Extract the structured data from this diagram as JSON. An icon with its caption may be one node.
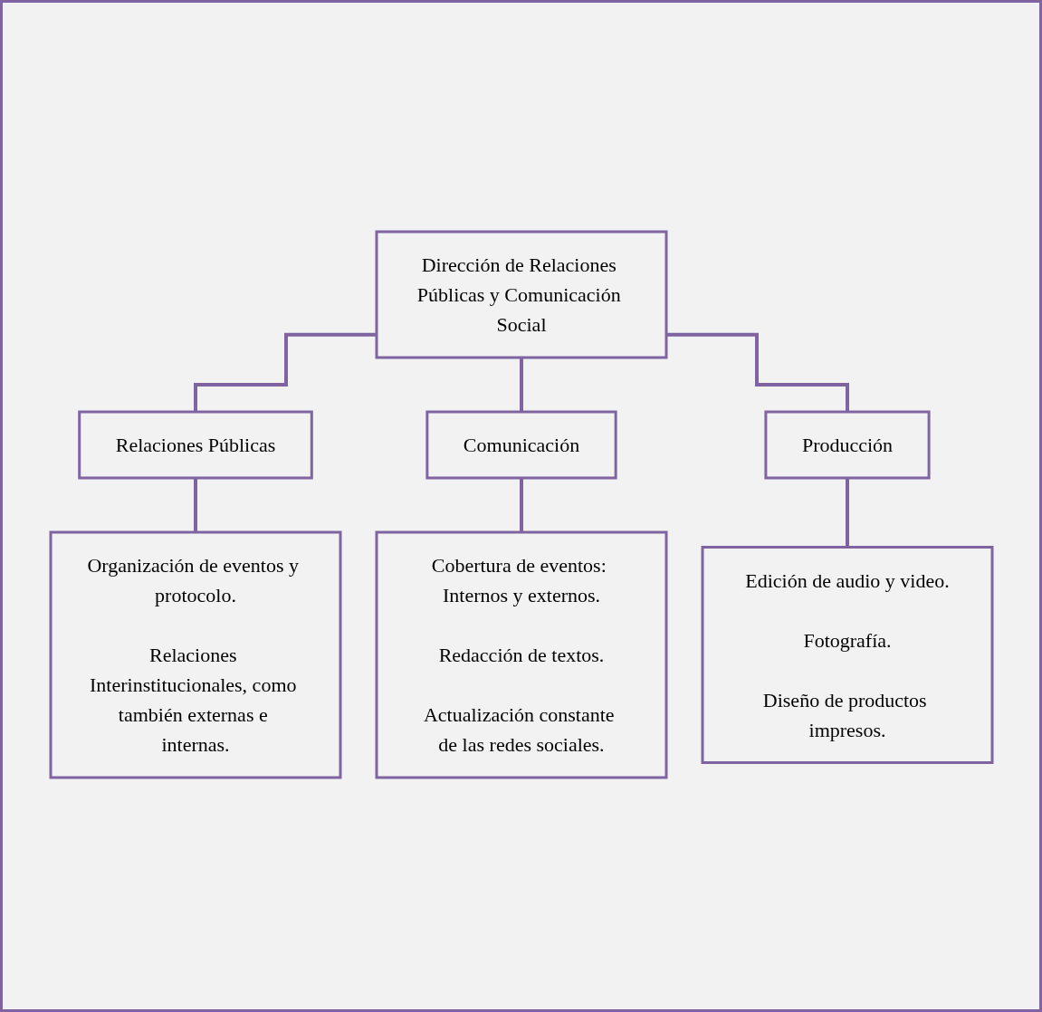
{
  "diagram": {
    "nodes": [
      {
        "text": [
          "Dirección de Relaciones Públicas y Comunicación Social"
        ]
      },
      {
        "text": [
          "Relaciones Públicas"
        ]
      },
      {
        "text": [
          "Comunicación"
        ]
      },
      {
        "text": [
          "Producción"
        ]
      },
      {
        "text": [
          "Organización de eventos y protocolo.",
          "Relaciones Interinstitucionales, como también externas e internas."
        ]
      },
      {
        "text": [
          "Cobertura de eventos: Internos y externos.",
          "Redacción de textos.",
          "Actualización constante de las redes sociales."
        ]
      },
      {
        "text": [
          "Edición de audio y video.",
          "Fotografía.",
          "Diseño de productos impresos."
        ]
      }
    ],
    "edges": [
      {
        "from": 0,
        "to": 1,
        "arrow": "none"
      },
      {
        "from": 0,
        "to": 2,
        "arrow": "none"
      },
      {
        "from": 0,
        "to": 3,
        "arrow": "none"
      },
      {
        "from": 1,
        "to": 4,
        "arrow": "none"
      },
      {
        "from": 2,
        "to": 5,
        "arrow": "none"
      },
      {
        "from": 3,
        "to": 6,
        "arrow": "none"
      }
    ]
  }
}
